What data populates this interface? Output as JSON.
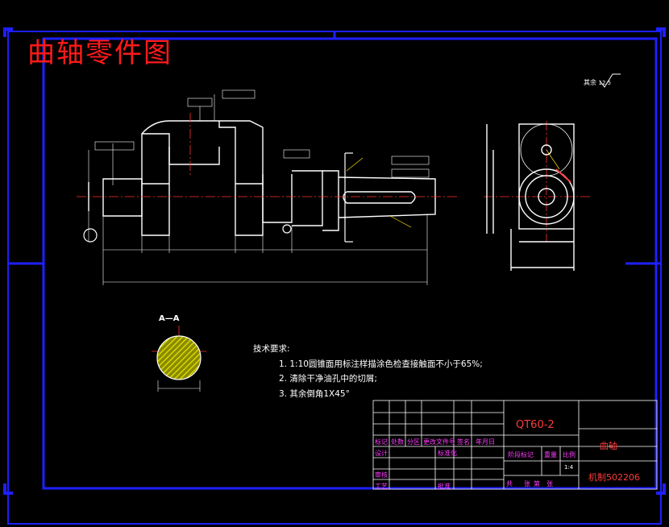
{
  "title": "曲轴零件图",
  "section_label": "A—A",
  "roughness_note": "其余",
  "roughness_value": "12.5",
  "tech_requirements": {
    "heading": "技术要求:",
    "items": [
      "1. 1:10圆锥面用标注样描涂色检查接触面不小于65%;",
      "2. 清除干净油孔中的切屑;",
      "3. 其余倒角1X45°"
    ]
  },
  "title_block": {
    "material": "QT60-2",
    "part_name": "曲轴",
    "drawing_number": "机制502206",
    "scale": "1:4",
    "revision_headers": [
      "标记",
      "处数",
      "分区",
      "更改文件号",
      "签名",
      "年月日"
    ],
    "signature_rows": [
      "设计",
      "审核",
      "工艺"
    ],
    "standardization": "标准化",
    "approval": "批准",
    "stage_mark": "阶段标记",
    "weight": "重量",
    "ratio": "比例",
    "sheet_info": [
      "共",
      "张",
      "第",
      "张"
    ]
  },
  "colors": {
    "background": "#000000",
    "frame": "#1f1fff",
    "outline": "#ffffff",
    "title_red": "#ff1a1a",
    "title_block_text": "#ff3cff",
    "hatch": "#e6e600",
    "center_line": "#ff3030",
    "leader": "#ffe000"
  }
}
